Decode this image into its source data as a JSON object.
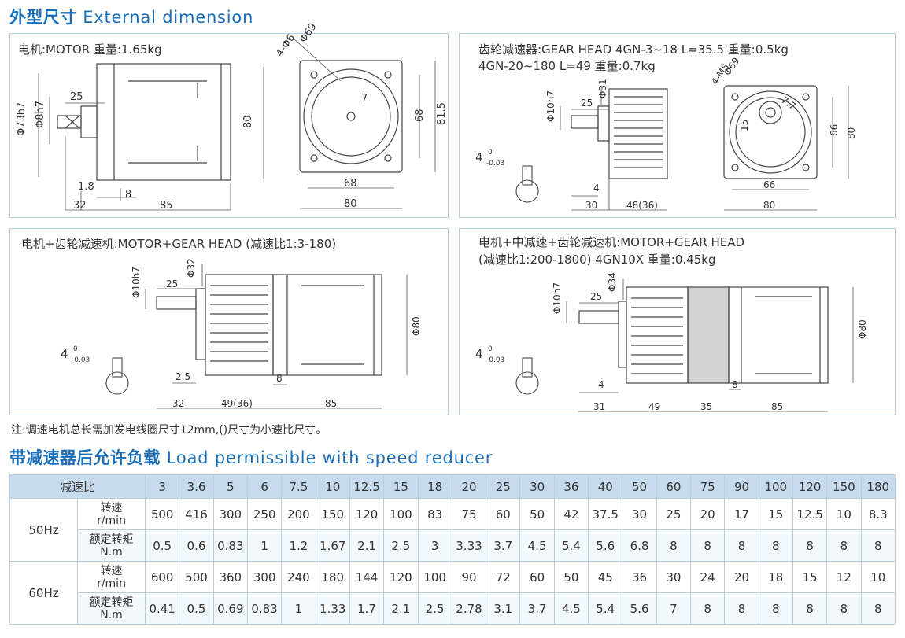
{
  "section1": {
    "cn": "外型尺寸",
    "en": "External dimension"
  },
  "panel_motor": {
    "caption": "电机:MOTOR  重量:1.65kg",
    "side": {
      "d_shaft": "Φ8h7",
      "d_flange": "Φ73h7",
      "key": "25",
      "h80": "80",
      "a": "1.8",
      "b": "8",
      "c": "32",
      "d": "85"
    },
    "front": {
      "hole": "4-Φ6",
      "pcd": "Φ69",
      "key": "7",
      "v68": "68",
      "v815": "81.5",
      "h68": "68",
      "h80": "80"
    }
  },
  "panel_gear": {
    "caption1": "齿轮减速器:GEAR HEAD  4GN-3~18 L=35.5  重量:0.5kg",
    "caption2": "4GN-20~180 L=49  重量:0.7kg",
    "side": {
      "d_shaft": "Φ10h7",
      "d_boss": "Φ31",
      "key": "25",
      "a": "4",
      "b": "30",
      "c": "48(36)"
    },
    "key": {
      "main": "4",
      "sup": "0",
      "sub": "-0.03"
    },
    "front": {
      "hole": "4-M5",
      "pcd": "Φ69",
      "k77": "7.7",
      "k15": "15",
      "v66": "66",
      "v80": "80",
      "h66": "66",
      "h80": "80"
    }
  },
  "panel_mg": {
    "caption": "电机+齿轮减速机:MOTOR+GEAR HEAD (减速比1:3-180)",
    "d_shaft": "Φ10h7",
    "d_boss": "Φ32",
    "key": "25",
    "d80": "Φ80",
    "a": "2.5",
    "b": "8",
    "c": "32",
    "d": "49(36)",
    "e": "85",
    "keyx": {
      "main": "4",
      "sup": "0",
      "sub": "-0.03"
    }
  },
  "panel_mmg": {
    "caption1": "电机+中减速+齿轮减速机:MOTOR+GEAR HEAD",
    "caption2": "(减速比1:200-1800)  4GN10X  重量:0.45kg",
    "d_shaft": "Φ10h7",
    "d_boss": "Φ34",
    "key": "25",
    "d80": "Φ80",
    "a": "4",
    "b": "8",
    "c": "31",
    "d": "49",
    "e": "35",
    "f": "85",
    "keyx": {
      "main": "4",
      "sup": "0",
      "sub": "-0.03"
    }
  },
  "note": "注:调速电机总长需加发电线圈尺寸12mm,()尺寸为小速比尺寸。",
  "section2": {
    "cn": "带减速器后允许负载",
    "en": "Load permissible with speed reducer"
  },
  "table": {
    "corner": "减速比",
    "ratios": [
      "3",
      "3.6",
      "5",
      "6",
      "7.5",
      "10",
      "12.5",
      "15",
      "18",
      "20",
      "25",
      "30",
      "36",
      "40",
      "50",
      "60",
      "75",
      "90",
      "100",
      "120",
      "150",
      "180"
    ],
    "hz50": "50Hz",
    "hz60": "60Hz",
    "speed_label": "转速\nr/min",
    "torque_label": "额定转矩\nN.m",
    "speed_50": [
      "500",
      "416",
      "300",
      "250",
      "200",
      "150",
      "120",
      "100",
      "83",
      "75",
      "60",
      "50",
      "42",
      "37.5",
      "30",
      "25",
      "20",
      "17",
      "15",
      "12.5",
      "10",
      "8.3"
    ],
    "torque_50": [
      "0.5",
      "0.6",
      "0.83",
      "1",
      "1.2",
      "1.67",
      "2.1",
      "2.5",
      "3",
      "3.33",
      "3.7",
      "4.5",
      "5.4",
      "5.6",
      "6.8",
      "8",
      "8",
      "8",
      "8",
      "8",
      "8",
      "8"
    ],
    "speed_60": [
      "600",
      "500",
      "360",
      "300",
      "240",
      "180",
      "144",
      "120",
      "100",
      "90",
      "72",
      "60",
      "50",
      "45",
      "36",
      "30",
      "24",
      "20",
      "18",
      "15",
      "12",
      "10"
    ],
    "torque_60": [
      "0.41",
      "0.5",
      "0.69",
      "0.83",
      "1",
      "1.33",
      "1.7",
      "2.1",
      "2.5",
      "2.78",
      "3.1",
      "3.7",
      "4.5",
      "5.4",
      "5.6",
      "7",
      "8",
      "8",
      "8",
      "8",
      "8",
      "8"
    ]
  }
}
